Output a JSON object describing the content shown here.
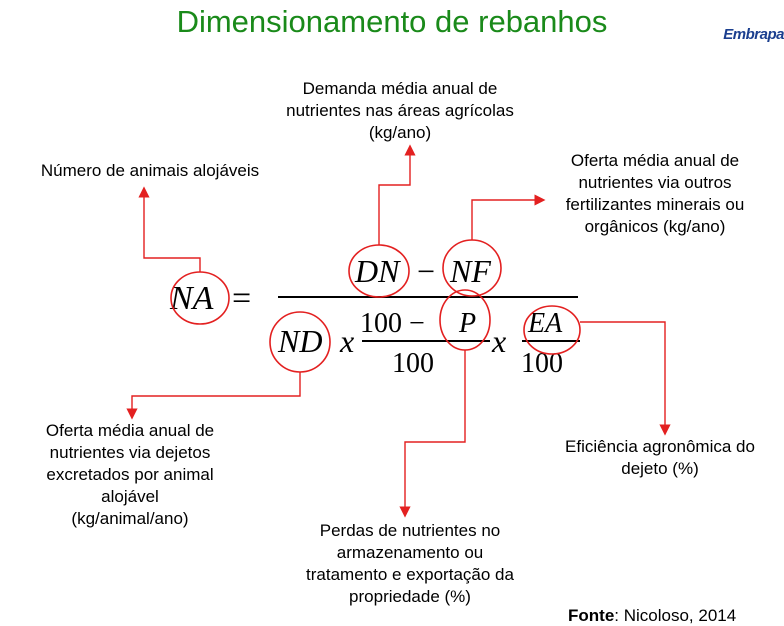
{
  "slide": {
    "title": "Dimensionamento de rebanhos",
    "logo_text": "Embrapa",
    "source_prefix": "Fonte",
    "source_rest": ": Nicoloso, 2014"
  },
  "formula": {
    "lhs": "NA",
    "equals": "=",
    "dn": "DN",
    "minus": "−",
    "nf": "NF",
    "nd": "ND",
    "times1": "x",
    "hundred_minus": "100 −",
    "p": "P",
    "hundred_den": "100",
    "times2": "x",
    "ea": "EA",
    "hundred_ea": "100"
  },
  "annotations": {
    "na": [
      "Número de animais alojáveis"
    ],
    "dn": [
      "Demanda média anual de",
      "nutrientes nas áreas agrícolas",
      "(kg/ano)"
    ],
    "nf": [
      "Oferta média anual de",
      "nutrientes via outros",
      "fertilizantes minerais ou",
      "orgânicos (kg/ano)"
    ],
    "nd": [
      "Oferta média anual de",
      "nutrientes via dejetos",
      "excretados por animal",
      "alojável",
      "(kg/animal/ano)"
    ],
    "p": [
      "Perdas de nutrientes no",
      "armazenamento ou",
      "tratamento e exportação da",
      "propriedade (%)"
    ],
    "ea": [
      "Eficiência agronômica do",
      "dejeto (%)"
    ]
  },
  "colors": {
    "title": "#1a8a1a",
    "annotation": "#e32020",
    "logo": "#1b3f8f"
  }
}
